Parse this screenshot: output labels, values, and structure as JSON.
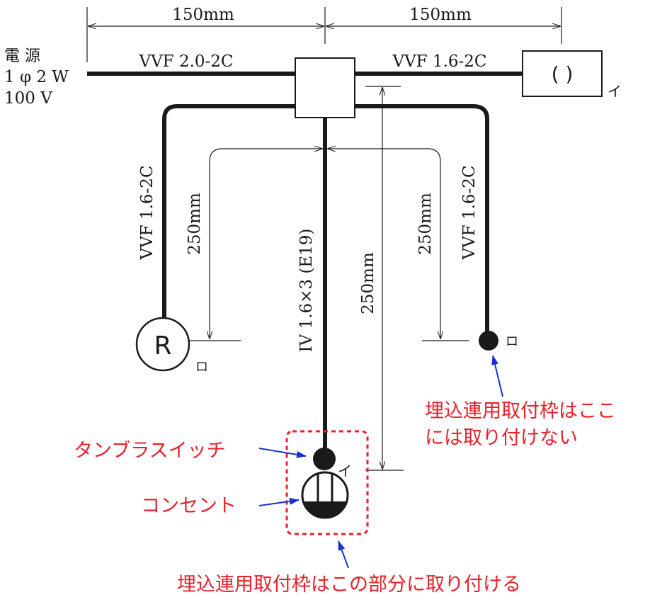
{
  "dimensions": {
    "top_left": "150mm",
    "top_right": "150mm",
    "left_drop": "250mm",
    "center_drop": "250mm",
    "right_drop": "250mm"
  },
  "power_source": {
    "line1": "電 源",
    "line2": "1 φ 2 W",
    "line3": "100 V"
  },
  "cables": {
    "main": "VVF 2.0-2C",
    "right": "VVF 1.6-2C",
    "left_vertical": "VVF 1.6-2C",
    "right_vertical": "VVF 1.6-2C",
    "center_vertical": "IV 1.6×3 (E19)"
  },
  "symbols": {
    "fixture_glyph": "( )",
    "fixture_label": "イ",
    "receptacle_glyph": "R",
    "receptacle_label": "ロ",
    "right_switch_label": "ロ",
    "bottom_switch_label": "イ"
  },
  "annotations": {
    "tumbler": "タンブラスイッチ",
    "outlet": "コンセント",
    "no_frame_line1": "埋込連用取付枠はここ",
    "no_frame_line2": "には取り付けない",
    "frame_here": "埋込連用取付枠はこの部分に取り付ける"
  },
  "colors": {
    "line": "#1a1a1a",
    "annotation_text": "#e8202a",
    "annotation_arrow": "#1b2fd6",
    "dashed_frame": "#e8202a"
  }
}
